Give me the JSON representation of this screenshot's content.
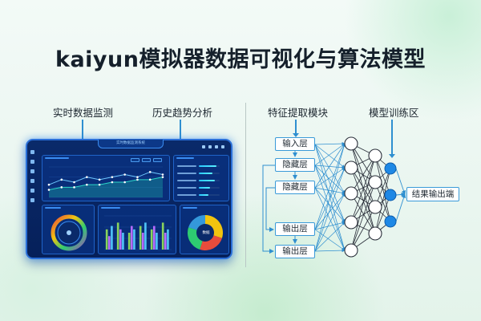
{
  "title": "kaiyun模拟器数据可视化与算法模型",
  "captions": {
    "realtime": "实时数据监测",
    "history": "历史趋势分析",
    "feature": "特征提取模块",
    "training": "模型训练区"
  },
  "network": {
    "input": "输入层",
    "hidden1": "隐藏层",
    "hidden2": "隐藏层",
    "output1": "输出层",
    "output2": "输出层",
    "result": "结果输出端"
  },
  "dashboard": {
    "header_text": "实时数据监测系统",
    "gauge_center": "",
    "pie_center": "数据"
  },
  "colors": {
    "accent": "#2f8fd0",
    "panel": "#06205a",
    "cyan": "#28c8ff",
    "node_fill": "#1e88e5"
  },
  "chart_data": {
    "type": "line",
    "title": "",
    "series": [
      {
        "values": [
          5,
          7,
          6,
          8,
          7,
          8,
          9,
          8,
          10,
          9
        ]
      },
      {
        "values": [
          3,
          4,
          4,
          5,
          5,
          6,
          6,
          7,
          7,
          8
        ]
      }
    ],
    "bars": {
      "type": "bar",
      "series": [
        {
          "values": [
            6,
            8,
            5,
            7,
            6,
            8
          ]
        },
        {
          "values": [
            4,
            6,
            7,
            5,
            7,
            5
          ]
        },
        {
          "values": [
            7,
            5,
            6,
            8,
            5,
            6
          ]
        }
      ]
    },
    "pie": {
      "type": "pie",
      "values": [
        30,
        25,
        25,
        20
      ],
      "colors": [
        "#f1c40f",
        "#e74c3c",
        "#2ecc71",
        "#3498db"
      ]
    }
  }
}
